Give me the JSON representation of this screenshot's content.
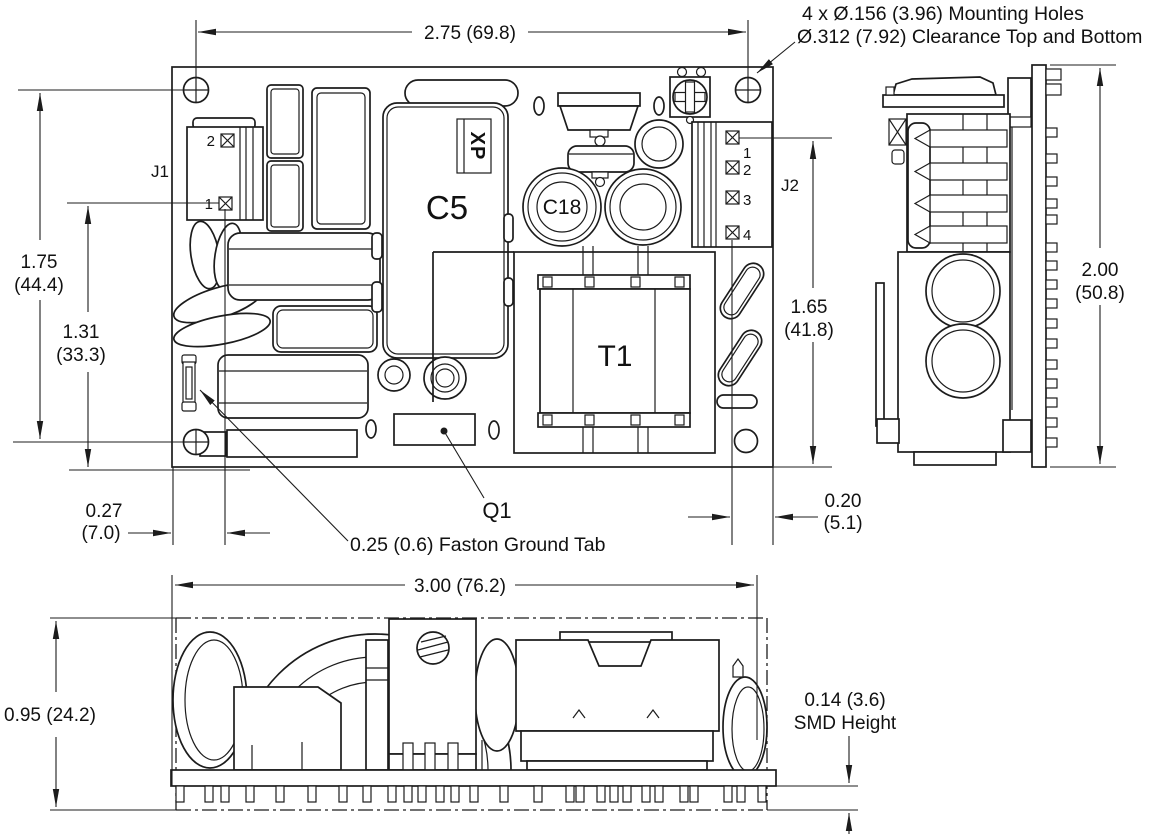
{
  "drawing": {
    "notes": {
      "mounting_holes_line1": "4 x Ø.156 (3.96) Mounting Holes",
      "mounting_holes_line2": "Ø.312 (7.92) Clearance Top and Bottom",
      "faston_tab": "0.25 (0.6) Faston Ground Tab",
      "smd_height_line1": "0.14 (3.6)",
      "smd_height_line2": "SMD Height"
    },
    "top_view": {
      "dim_hole_span": "2.75 (69.8)",
      "dim_board_height_in": "1.75",
      "dim_board_height_mm": "(44.4)",
      "dim_j1_pin_height_in": "1.31",
      "dim_j1_pin_height_mm": "(33.3)",
      "dim_left_offset_in": "0.27",
      "dim_left_offset_mm": "(7.0)",
      "dim_j2_pin_height_in": "1.65",
      "dim_j2_pin_height_mm": "(41.8)",
      "dim_right_offset_in": "0.20",
      "dim_right_offset_mm": "(5.1)",
      "labels": {
        "j1": "J1",
        "j2": "J2",
        "c5": "C5",
        "c18": "C18",
        "t1": "T1",
        "q1": "Q1",
        "logo": "XP"
      },
      "j1_pins": {
        "pin1": "1",
        "pin2": "2"
      },
      "j2_pins": {
        "pin1": "1",
        "pin2": "2",
        "pin3": "3",
        "pin4": "4"
      }
    },
    "side_view": {
      "dim_height_in": "2.00",
      "dim_height_mm": "(50.8)"
    },
    "front_view": {
      "dim_width": "3.00 (76.2)",
      "dim_height": "0.95 (24.2)"
    }
  }
}
